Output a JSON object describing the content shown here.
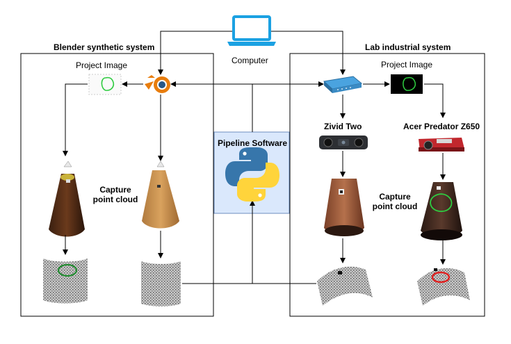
{
  "computer": {
    "label": "Computer"
  },
  "left_system": {
    "title": "Blender synthetic system",
    "project_image_label": "Project Image",
    "capture_label_line1": "Capture",
    "capture_label_line2": "point cloud"
  },
  "right_system": {
    "title": "Lab industrial system",
    "project_image_label": "Project Image",
    "camera_label": "Zivid Two",
    "projector_label": "Acer Predator Z650",
    "capture_label_line1": "Capture",
    "capture_label_line2": "point cloud"
  },
  "pipeline": {
    "label": "Pipeline Software"
  },
  "colors": {
    "pipeline_fill": "#dae8fc",
    "pipeline_stroke": "#6c8ebf",
    "computer_blue": "#1ba1e2",
    "blender_orange": "#e87d0d",
    "blender_blue": "#265787",
    "python_blue": "#3776ab",
    "python_yellow": "#ffd43b",
    "contour_green": "#2ecc40",
    "contour_red": "#e02020"
  }
}
